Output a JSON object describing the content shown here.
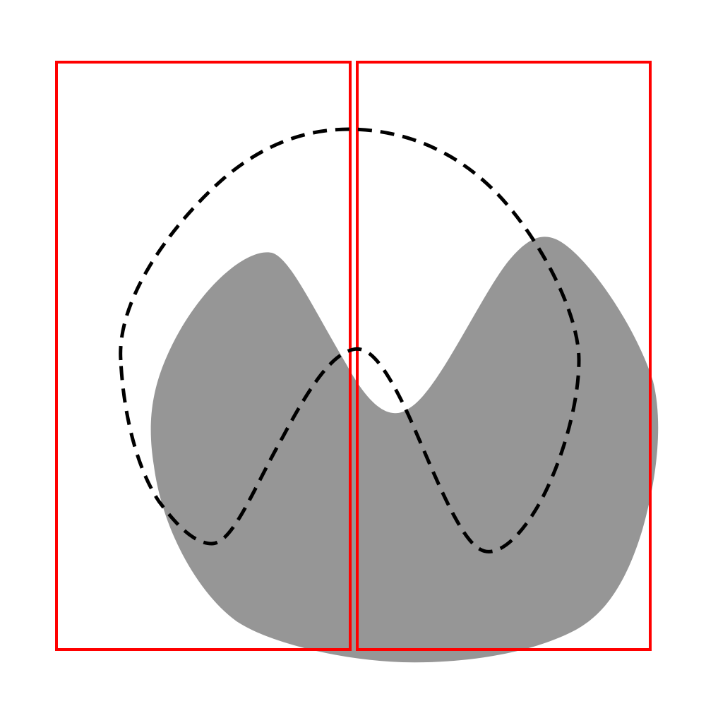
{
  "colors": {
    "background": "#ffffff",
    "frame": "#ff0000",
    "blob": "#969696",
    "dashed_curve": "#000000"
  },
  "elements": {
    "frames": [
      {
        "name": "left-red-rectangle"
      },
      {
        "name": "right-red-rectangle"
      }
    ],
    "blob": {
      "name": "gray-blob-shape"
    },
    "dashed_curve": {
      "name": "dashed-closed-curve"
    }
  }
}
